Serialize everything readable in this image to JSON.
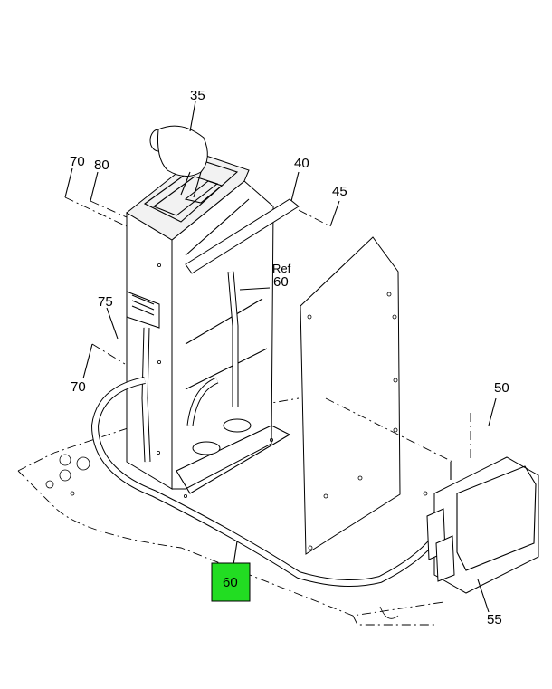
{
  "callouts": {
    "c35": "35",
    "c40": "40",
    "c45": "45",
    "c70_top": "70",
    "c80": "80",
    "c_ref": "Ref",
    "c60_ref": "60",
    "c75": "75",
    "c70_bottom": "70",
    "c50": "50",
    "c60_highlight": "60",
    "c55": "55"
  },
  "colors": {
    "highlight": "#22dd22"
  }
}
